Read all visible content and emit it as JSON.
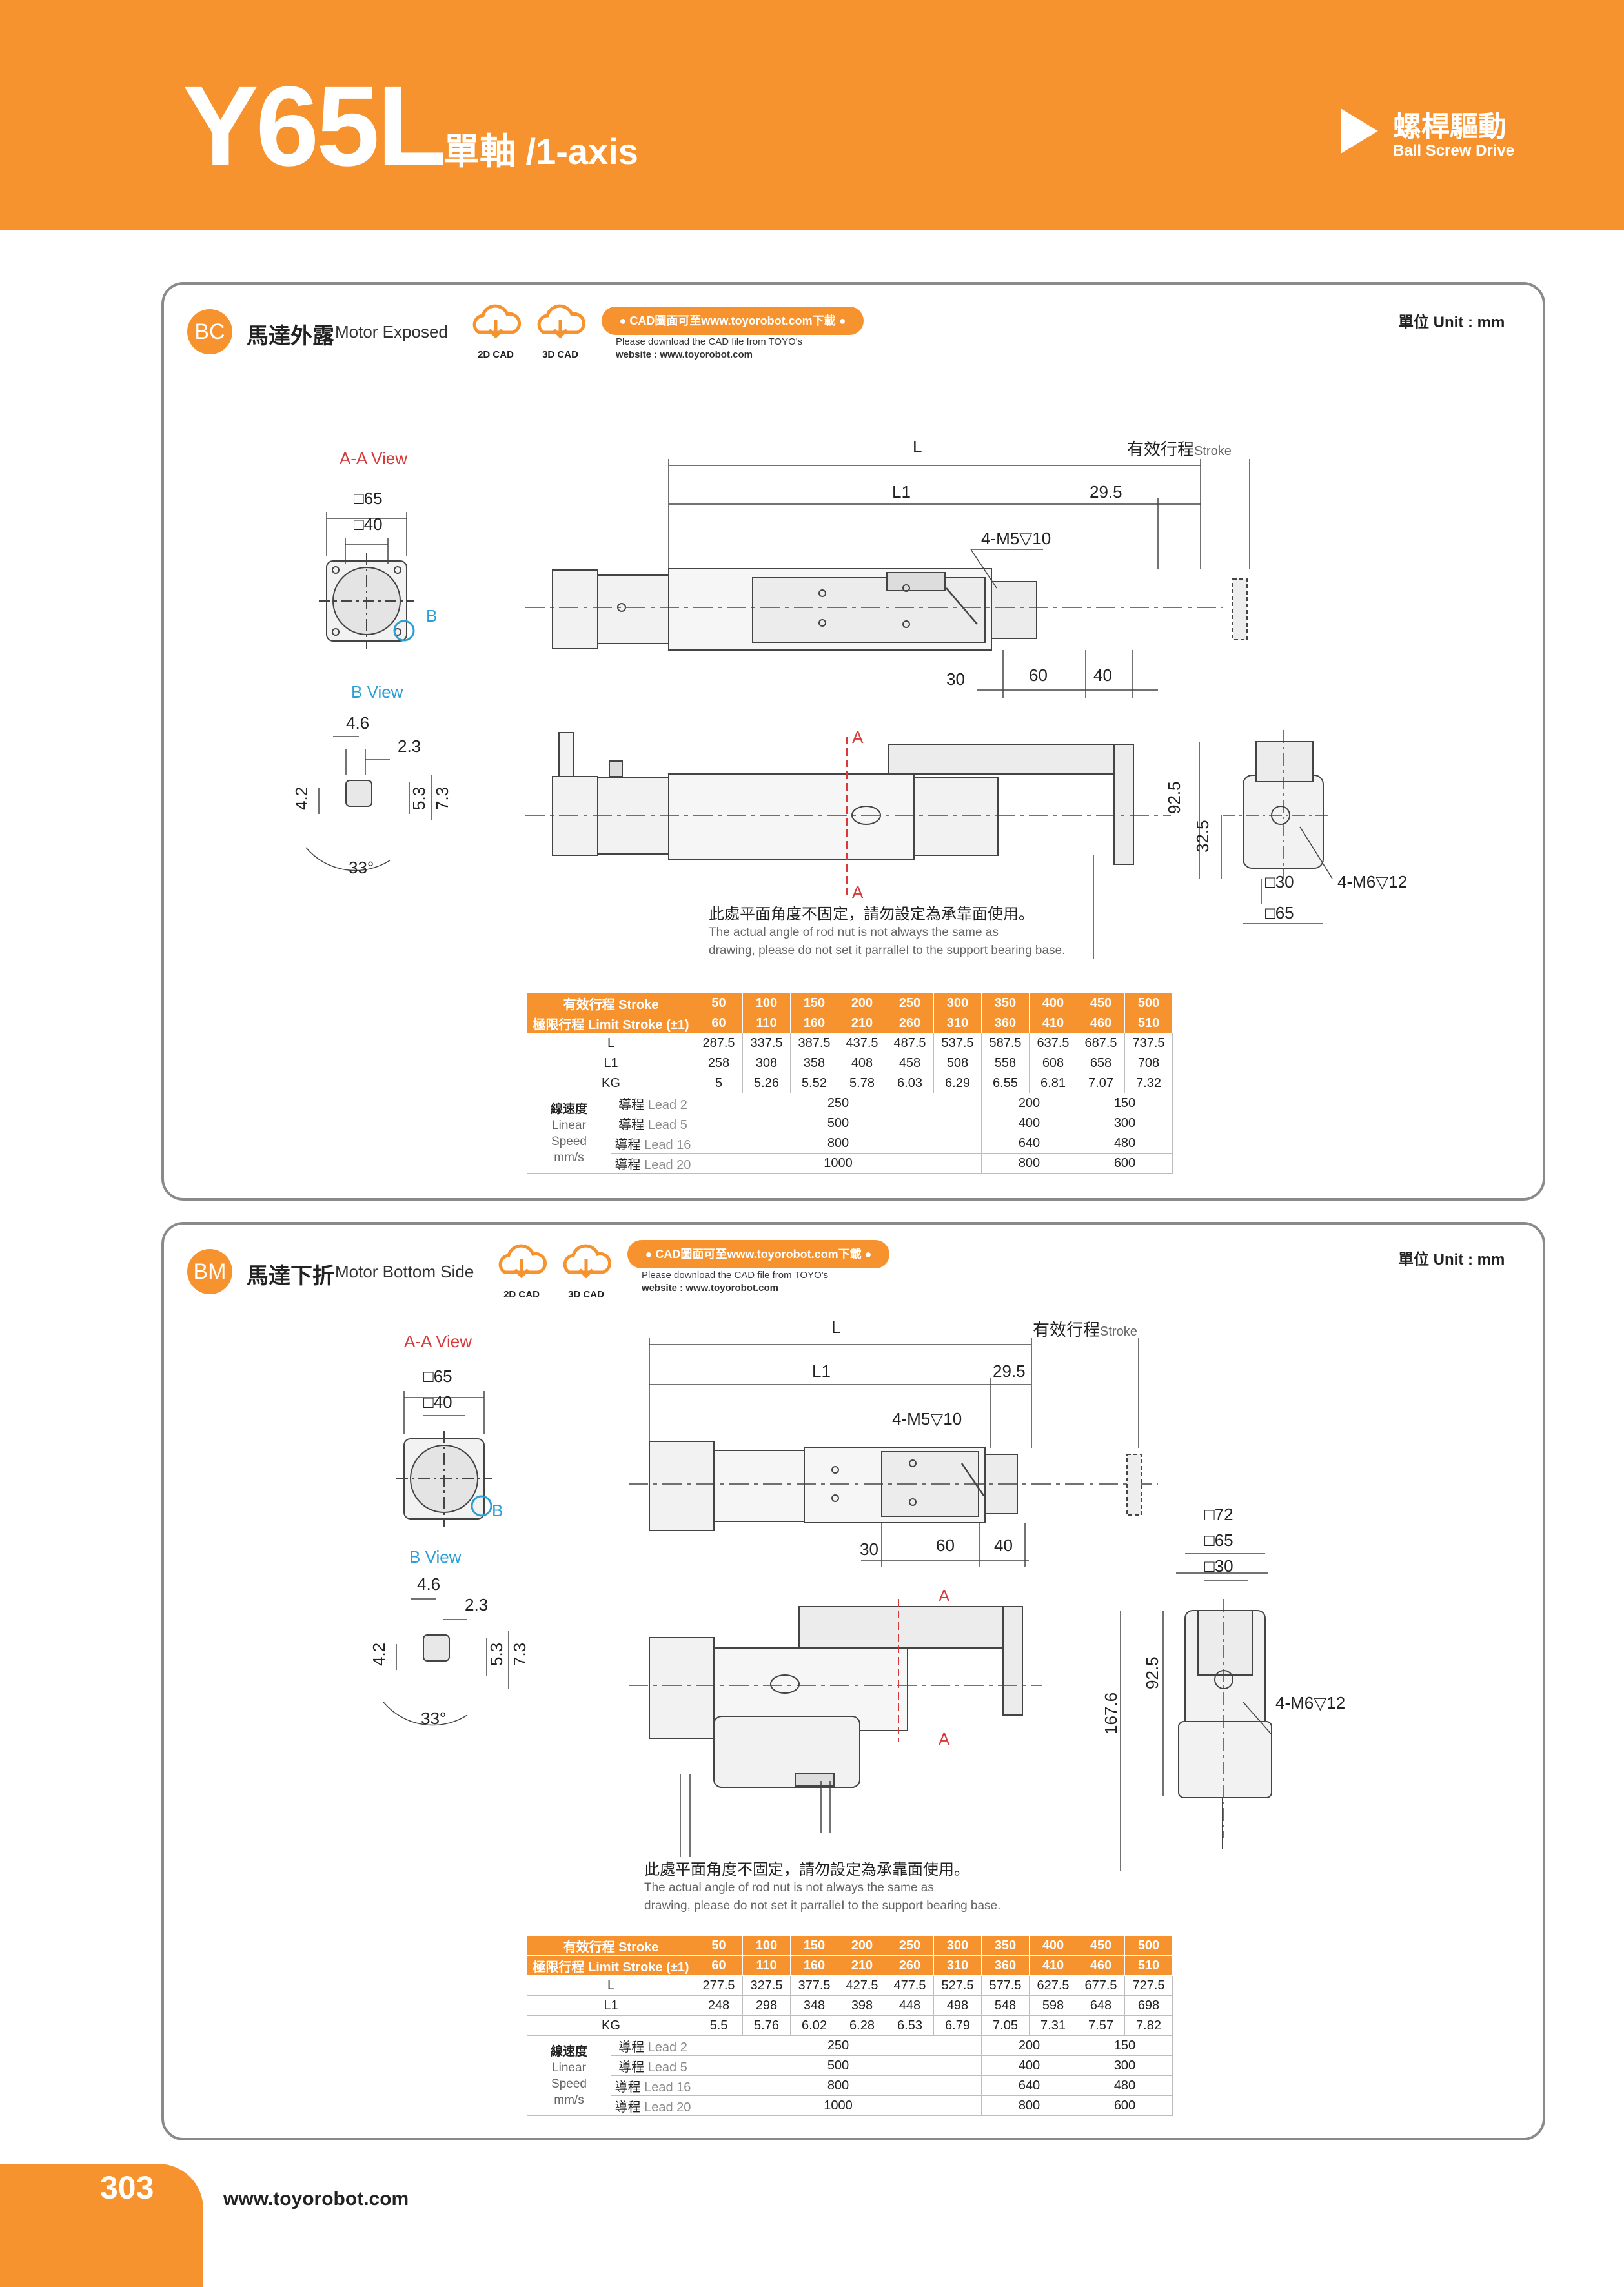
{
  "header": {
    "model": "Y65L",
    "axis": "單軸 /1-axis",
    "drive_zh": "螺桿驅動",
    "drive_en": "Ball Screw Drive"
  },
  "sections": [
    {
      "badge": "BC",
      "title_zh": "馬達外露",
      "title_en": "Motor Exposed",
      "cad_2d": "2D CAD",
      "cad_3d": "3D CAD",
      "pill": "● CAD圖面可至www.toyorobot.com下載 ●",
      "pill_sub1": "Please download the CAD file from TOYO's",
      "pill_sub2": "website : www.toyorobot.com",
      "unit": "單位 Unit : mm",
      "labels": {
        "aa_view": "A-A View",
        "sq65": "□65",
        "sq40": "□40",
        "b": "B",
        "b_view": "B View",
        "d46": "4.6",
        "d23": "2.3",
        "d42": "4.2",
        "d53": "5.3",
        "d73": "7.3",
        "a33": "33°",
        "L": "L",
        "stroke_zh": "有效行程",
        "stroke_en": "Stroke",
        "L1": "L1",
        "d295": "29.5",
        "m5": "4-M5▽10",
        "d30": "30",
        "d60": "60",
        "d40": "40",
        "A": "A",
        "d925": "92.5",
        "d325": "32.5",
        "sq30": "□30",
        "sq65b": "□65",
        "m6": "4-M6▽12"
      },
      "note_zh": "此處平面角度不固定，請勿設定為承靠面使用。",
      "note_en1": "The actual angle of rod nut is not always the same as",
      "note_en2": "drawing, please do not set it parralleI to the support bearing base.",
      "table": {
        "stroke_label": "有效行程 Stroke",
        "limit_label": "極限行程 Limit Stroke (±1)",
        "strokes": [
          "50",
          "100",
          "150",
          "200",
          "250",
          "300",
          "350",
          "400",
          "450",
          "500"
        ],
        "limits": [
          "60",
          "110",
          "160",
          "210",
          "260",
          "310",
          "360",
          "410",
          "460",
          "510"
        ],
        "L_label": "L",
        "L": [
          "287.5",
          "337.5",
          "387.5",
          "437.5",
          "487.5",
          "537.5",
          "587.5",
          "637.5",
          "687.5",
          "737.5"
        ],
        "L1_label": "L1",
        "L1": [
          "258",
          "308",
          "358",
          "408",
          "458",
          "508",
          "558",
          "608",
          "658",
          "708"
        ],
        "KG_label": "KG",
        "KG": [
          "5",
          "5.26",
          "5.52",
          "5.78",
          "6.03",
          "6.29",
          "6.55",
          "6.81",
          "7.07",
          "7.32"
        ],
        "speed_zh": "線速度",
        "speed_en1": "Linear",
        "speed_en2": "Speed",
        "speed_unit": "mm/s",
        "leads": [
          {
            "zh": "導程",
            "en": "Lead 2",
            "a": "250",
            "b": "200",
            "c": "150"
          },
          {
            "zh": "導程",
            "en": "Lead 5",
            "a": "500",
            "b": "400",
            "c": "300"
          },
          {
            "zh": "導程",
            "en": "Lead 16",
            "a": "800",
            "b": "640",
            "c": "480"
          },
          {
            "zh": "導程",
            "en": "Lead 20",
            "a": "1000",
            "b": "800",
            "c": "600"
          }
        ]
      }
    },
    {
      "badge": "BM",
      "title_zh": "馬達下折",
      "title_en": "Motor Bottom Side",
      "cad_2d": "2D CAD",
      "cad_3d": "3D CAD",
      "pill": "● CAD圖面可至www.toyorobot.com下載 ●",
      "pill_sub1": "Please download the CAD file from TOYO's",
      "pill_sub2": "website : www.toyorobot.com",
      "unit": "單位 Unit : mm",
      "labels": {
        "aa_view": "A-A View",
        "sq65": "□65",
        "sq40": "□40",
        "b": "B",
        "b_view": "B View",
        "d46": "4.6",
        "d23": "2.3",
        "d42": "4.2",
        "d53": "5.3",
        "d73": "7.3",
        "a33": "33°",
        "L": "L",
        "stroke_zh": "有效行程",
        "stroke_en": "Stroke",
        "L1": "L1",
        "d295": "29.5",
        "m5": "4-M5▽10",
        "d30": "30",
        "d60": "60",
        "d40": "40",
        "A": "A",
        "sq72": "□72",
        "sq65b": "□65",
        "sq30": "□30",
        "d925": "92.5",
        "d1676": "167.6",
        "m6": "4-M6▽12"
      },
      "note_zh": "此處平面角度不固定，請勿設定為承靠面使用。",
      "note_en1": "The actual angle of rod nut is not always the same as",
      "note_en2": "drawing, please do not set it parralleI to the support bearing base.",
      "table": {
        "stroke_label": "有效行程 Stroke",
        "limit_label": "極限行程 Limit Stroke (±1)",
        "strokes": [
          "50",
          "100",
          "150",
          "200",
          "250",
          "300",
          "350",
          "400",
          "450",
          "500"
        ],
        "limits": [
          "60",
          "110",
          "160",
          "210",
          "260",
          "310",
          "360",
          "410",
          "460",
          "510"
        ],
        "L_label": "L",
        "L": [
          "277.5",
          "327.5",
          "377.5",
          "427.5",
          "477.5",
          "527.5",
          "577.5",
          "627.5",
          "677.5",
          "727.5"
        ],
        "L1_label": "L1",
        "L1": [
          "248",
          "298",
          "348",
          "398",
          "448",
          "498",
          "548",
          "598",
          "648",
          "698"
        ],
        "KG_label": "KG",
        "KG": [
          "5.5",
          "5.76",
          "6.02",
          "6.28",
          "6.53",
          "6.79",
          "7.05",
          "7.31",
          "7.57",
          "7.82"
        ],
        "speed_zh": "線速度",
        "speed_en1": "Linear",
        "speed_en2": "Speed",
        "speed_unit": "mm/s",
        "leads": [
          {
            "zh": "導程",
            "en": "Lead 2",
            "a": "250",
            "b": "200",
            "c": "150"
          },
          {
            "zh": "導程",
            "en": "Lead 5",
            "a": "500",
            "b": "400",
            "c": "300"
          },
          {
            "zh": "導程",
            "en": "Lead 16",
            "a": "800",
            "b": "640",
            "c": "480"
          },
          {
            "zh": "導程",
            "en": "Lead 20",
            "a": "1000",
            "b": "800",
            "c": "600"
          }
        ]
      }
    }
  ],
  "footer": {
    "page": "303",
    "site": "www.toyorobot.com"
  },
  "colors": {
    "accent": "#f7932f",
    "red_label": "#d63a3a",
    "blue_label": "#2a9fd6"
  }
}
